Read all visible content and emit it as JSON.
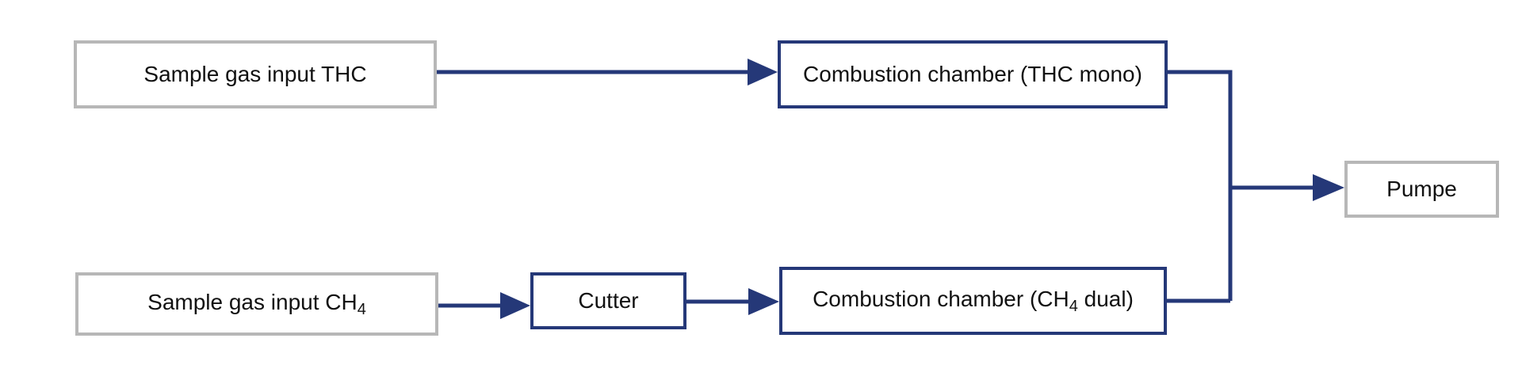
{
  "nodes": {
    "thc_input": "Sample gas input THC",
    "ch4_input_prefix": "Sample gas input CH",
    "ch4_input_sub": "4",
    "cutter": "Cutter",
    "thc_chamber": "Combustion chamber (THC mono)",
    "ch4_chamber_prefix": "Combustion chamber (CH",
    "ch4_chamber_sub": "4",
    "ch4_chamber_suffix": " dual)",
    "pump": "Pumpe"
  },
  "colors": {
    "flow_line": "#253878",
    "input_border": "#b7b7b7",
    "process_border": "#253878",
    "text": "#111111"
  }
}
